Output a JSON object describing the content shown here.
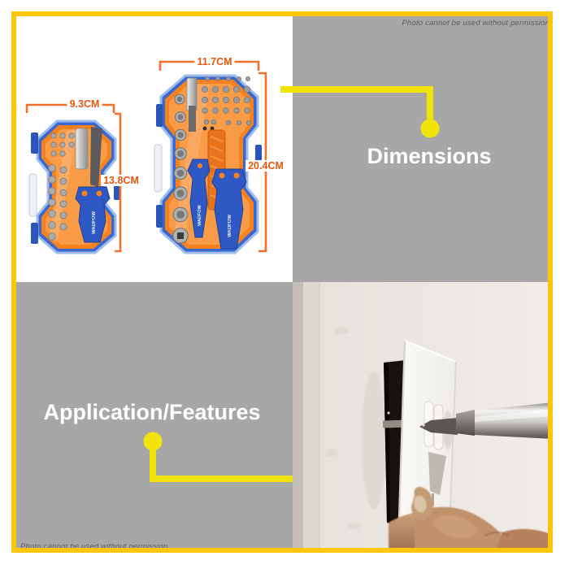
{
  "meta": {
    "watermark_top": "Photo cannot be used without permission",
    "watermark_bottom": "Photo cannot be used without permission"
  },
  "sections": {
    "dimensions": {
      "label": "Dimensions"
    },
    "application": {
      "label": "Application/Features"
    }
  },
  "product": {
    "brand": "WADFOW",
    "small_case": {
      "width_label": "9.3CM",
      "height_label": "13.8CM"
    },
    "large_case": {
      "width_label": "11.7CM",
      "height_label": "20.4CM"
    }
  },
  "photo": {
    "subject": "hand holding white switch plate on wall while screwdriver drives screw"
  },
  "colors": {
    "frame_yellow": "#fdc608",
    "connector_yellow": "#f2e409",
    "quadrant_gray": "#a7a7a7",
    "dimension_text_orange": "#e8570c",
    "bracket_orange": "#f4702a",
    "case_orange": "#f5821f",
    "case_blue": "#2f62c8",
    "heading_white": "#ffffff"
  }
}
